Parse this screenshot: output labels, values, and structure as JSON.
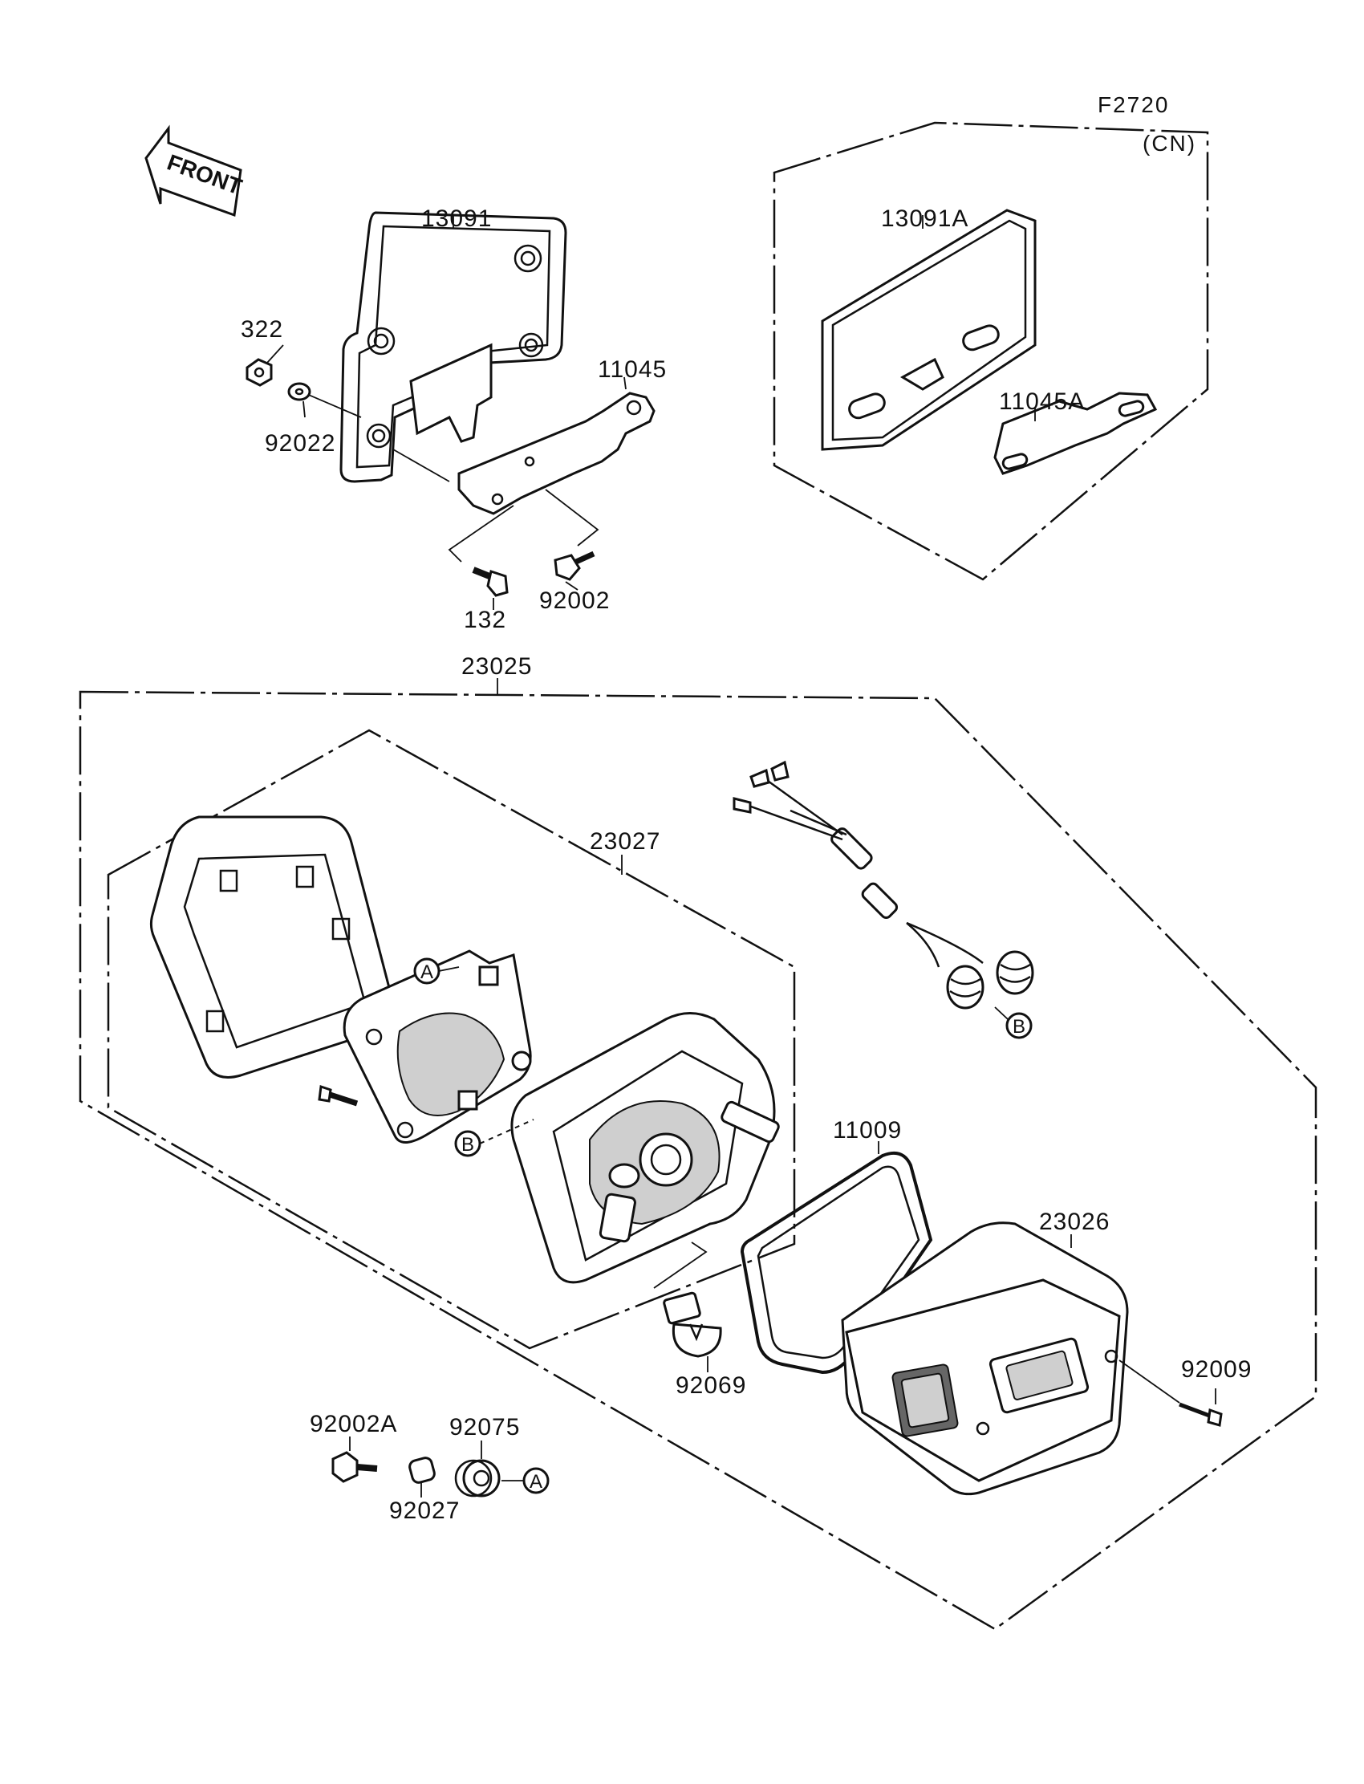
{
  "diagram": {
    "code": "F2720",
    "variant_label": "(CN)",
    "front_arrow_label": "FRONT",
    "part_labels": {
      "p13091": "13091",
      "p322": "322",
      "p92022": "92022",
      "p11045": "11045",
      "p132": "132",
      "p92002": "92002",
      "p13091A": "13091A",
      "p11045A": "11045A",
      "p23025": "23025",
      "p23027": "23027",
      "p11009": "11009",
      "p23026": "23026",
      "p92069": "92069",
      "p92009": "92009",
      "p92002A": "92002A",
      "p92075": "92075",
      "p92027": "92027"
    },
    "callouts": {
      "a_bracket": "A",
      "b_housing": "B",
      "b_sockets": "B",
      "a_grommet": "A"
    }
  }
}
